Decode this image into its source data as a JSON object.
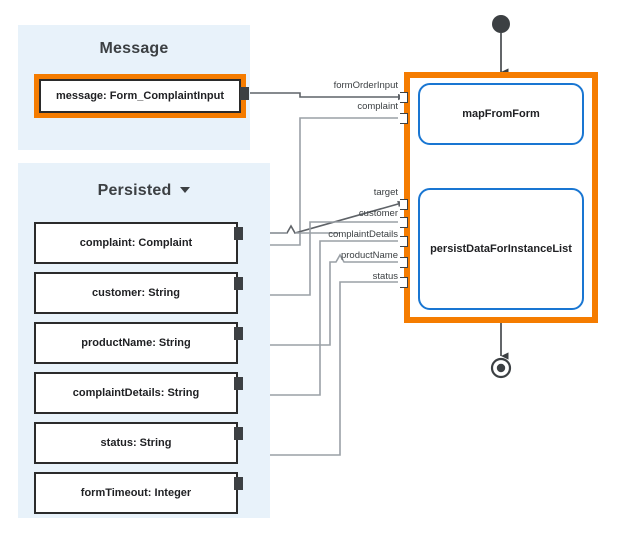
{
  "colors": {
    "panel_background": "#e8f2fa",
    "accent_orange": "#f57c00",
    "node_blue": "#1976d2",
    "wire_gray": "#9aa0a6",
    "outline_dark": "#2b2b2b",
    "text_dark": "#202124",
    "canvas_background": "#ffffff"
  },
  "message_panel": {
    "title": "Message",
    "selected": true,
    "items": [
      {
        "label": "message: Form_ComplaintInput",
        "selected": true,
        "port": "output"
      }
    ]
  },
  "persisted_panel": {
    "title": "Persisted",
    "caret_icon": "chevron-down-icon",
    "collapsible": true,
    "items": [
      {
        "label": "complaint: Complaint",
        "has_output_port": true,
        "has_input_arrow": true
      },
      {
        "label": "customer: String",
        "has_output_port": true,
        "has_input_arrow": true
      },
      {
        "label": "productName: String",
        "has_output_port": true,
        "has_input_arrow": true
      },
      {
        "label": "complaintDetails: String",
        "has_output_port": true,
        "has_input_arrow": true
      },
      {
        "label": "status: String",
        "has_output_port": true,
        "has_input_arrow": true
      },
      {
        "label": "formTimeout: Integer",
        "has_output_port": true,
        "has_input_arrow": false
      }
    ]
  },
  "flow": {
    "start_node": {
      "icon": "start-event-icon",
      "label": ""
    },
    "end_node": {
      "icon": "end-event-icon",
      "label": ""
    },
    "selected": true,
    "nodes": [
      {
        "label": "mapFromForm"
      },
      {
        "label": "persistDataForInstanceList"
      }
    ]
  },
  "ports": {
    "map_from_form": [
      {
        "label": "formOrderInput",
        "direction": "in",
        "connected": true
      },
      {
        "label": "complaint",
        "direction": "out",
        "connected": true
      }
    ],
    "persist_data_for_instance_list": [
      {
        "label": "target",
        "direction": "in",
        "connected": true
      },
      {
        "label": "customer",
        "direction": "out",
        "connected": true
      },
      {
        "label": "complaintDetails",
        "direction": "out",
        "connected": true
      },
      {
        "label": "productName",
        "direction": "out",
        "connected": true
      },
      {
        "label": "status",
        "direction": "out",
        "connected": true
      }
    ]
  }
}
